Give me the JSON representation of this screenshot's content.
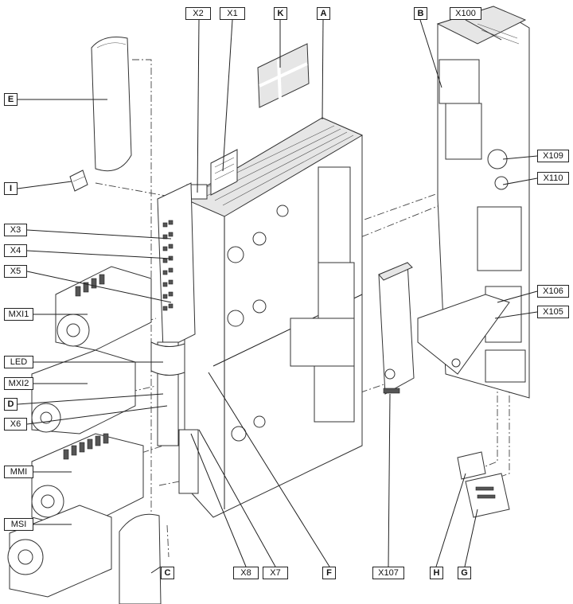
{
  "labels": {
    "X2": "X2",
    "X1": "X1",
    "K": "K",
    "A": "A",
    "B": "B",
    "X100": "X100",
    "E": "E",
    "I": "I",
    "X109": "X109",
    "X110": "X110",
    "X3": "X3",
    "X4": "X4",
    "X5": "X5",
    "MXI1": "MXI1",
    "X106": "X106",
    "X105": "X105",
    "LED": "LED",
    "MXI2": "MXI2",
    "D": "D",
    "X6": "X6",
    "MMI": "MMI",
    "MSI": "MSI",
    "C": "C",
    "X8": "X8",
    "X7": "X7",
    "F": "F",
    "X107": "X107",
    "H": "H",
    "G": "G"
  },
  "colors": {
    "line": "#222222",
    "fill": "#ffffff",
    "shade": "#e6e6e6"
  }
}
